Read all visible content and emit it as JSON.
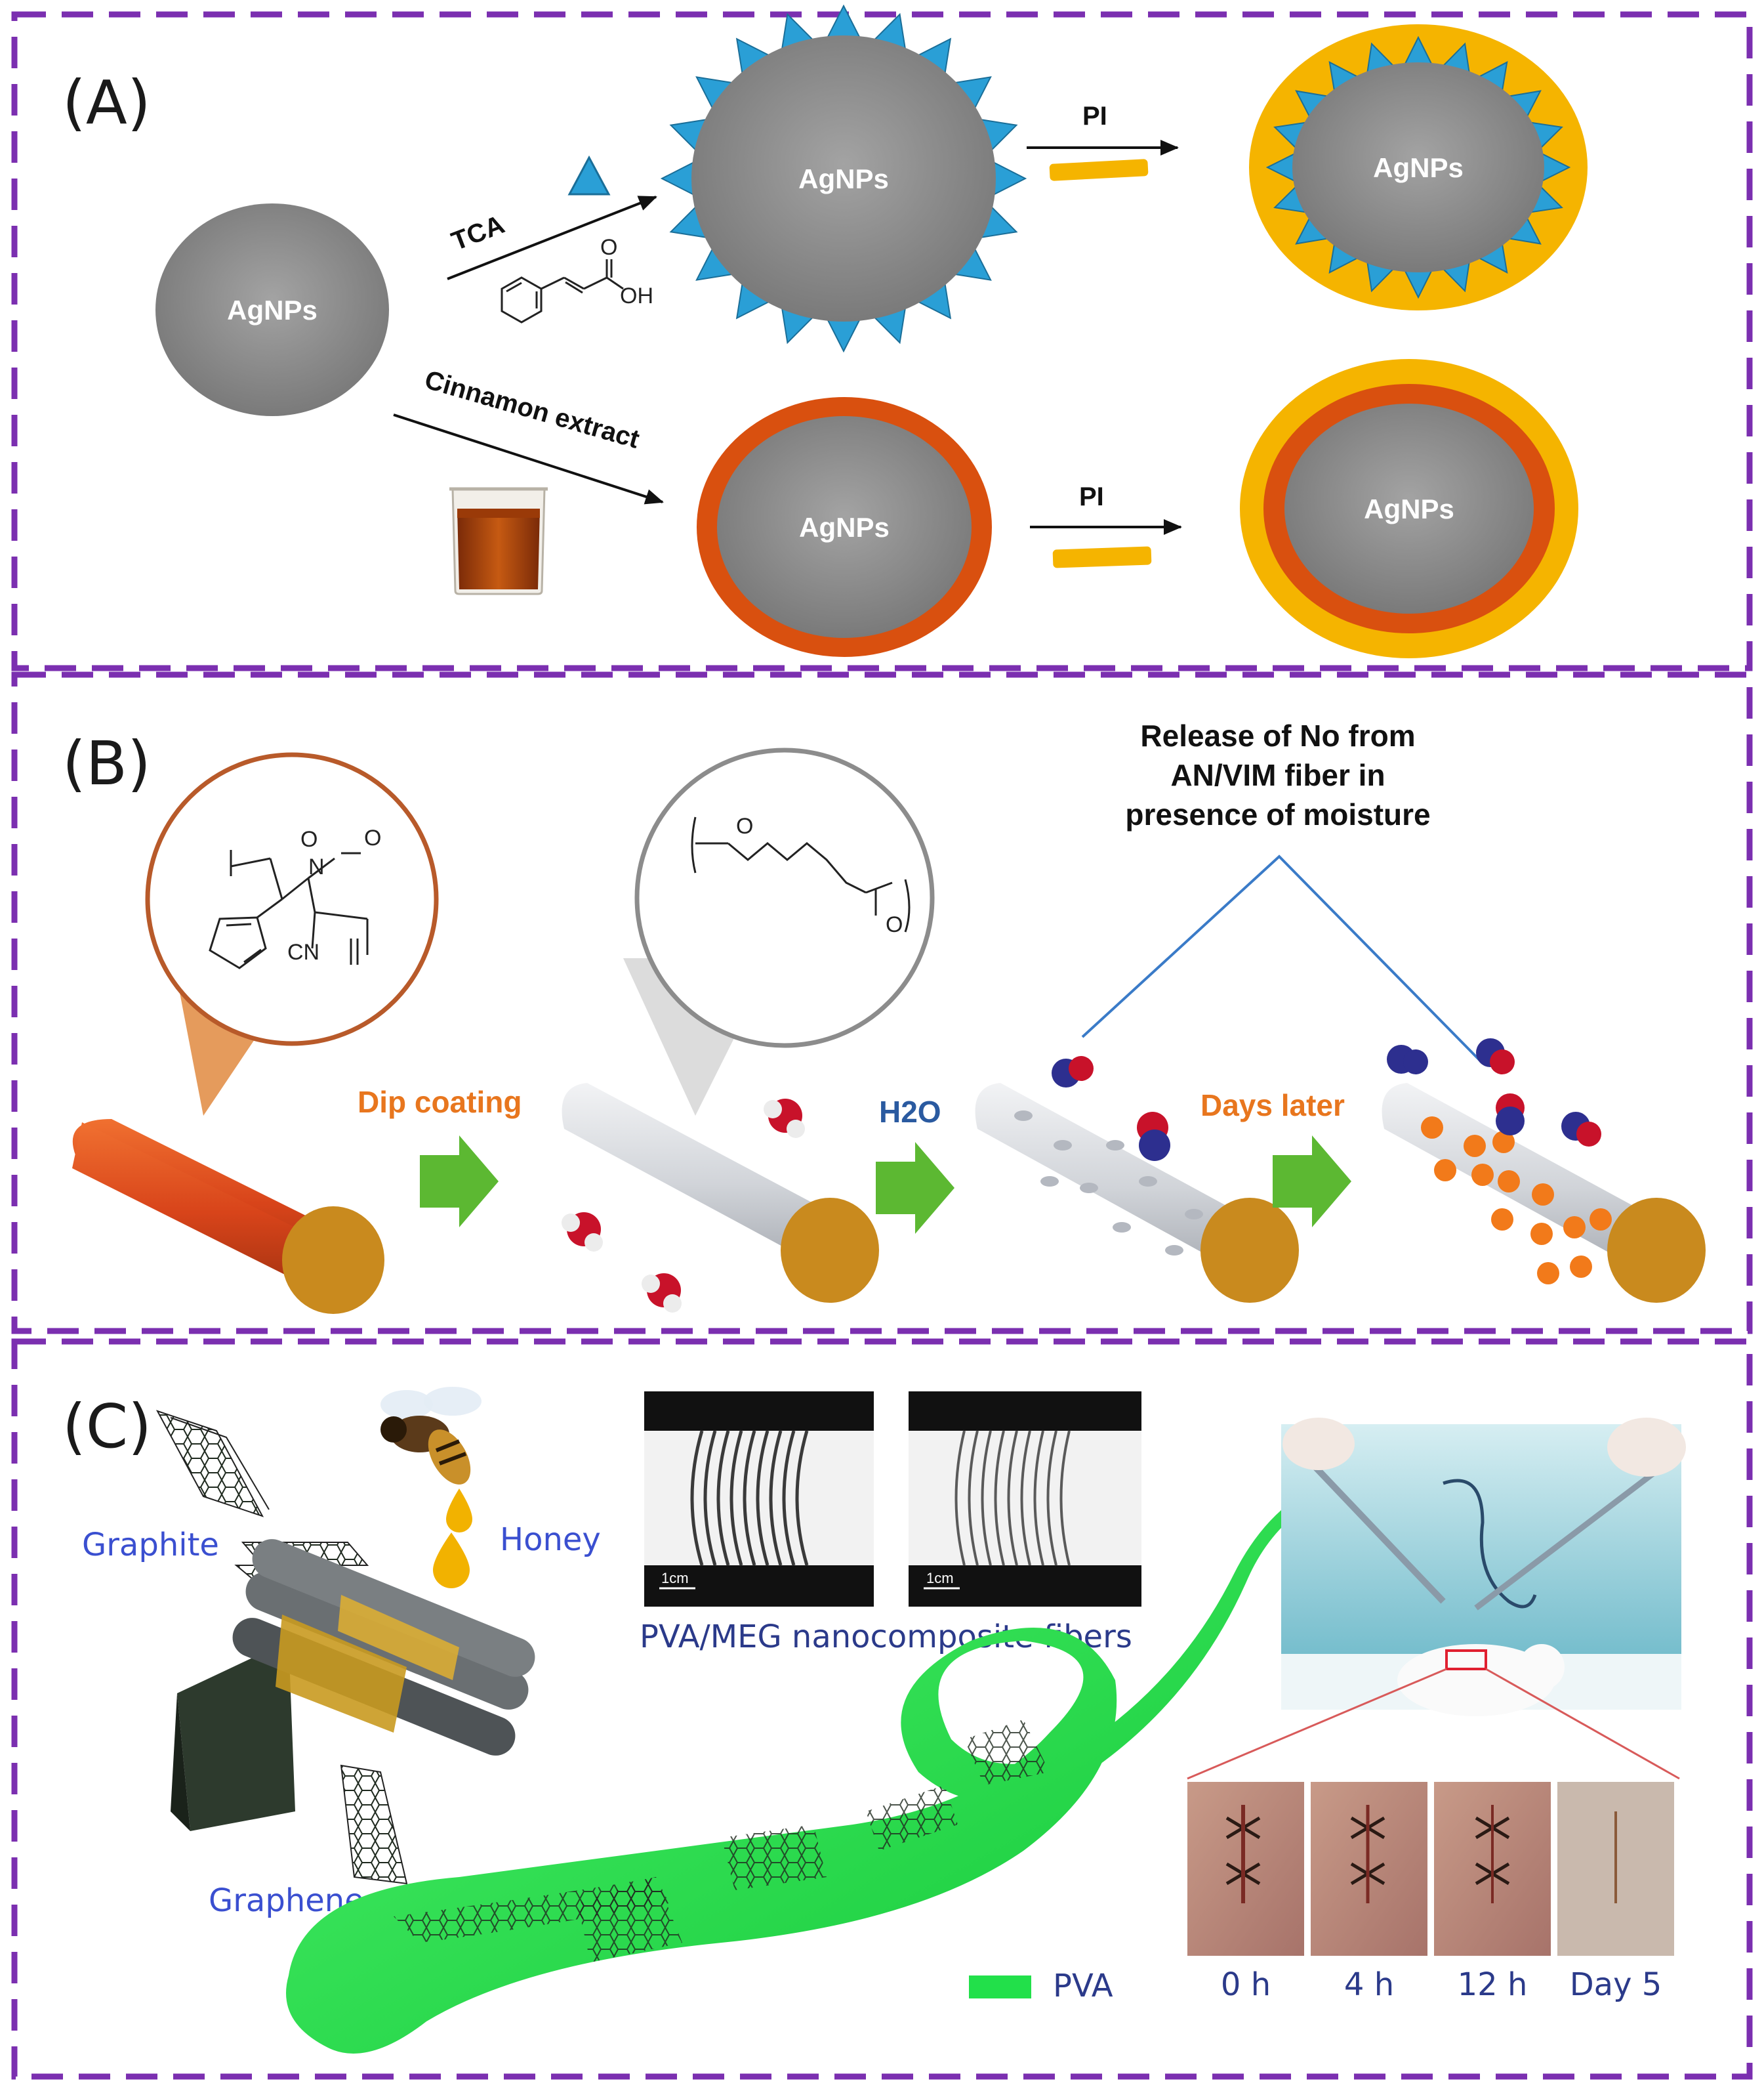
{
  "panels": {
    "a": {
      "label": "(A)",
      "np_label": "AgNPs",
      "tca_label": "TCA",
      "cinnamon_label": "Cinnamon extract",
      "pi_label": "PI",
      "oh_label": "OH",
      "o_label": "O"
    },
    "b": {
      "label": "(B)",
      "release_line1": "Release of No from",
      "release_line2": "AN/VIM fiber in",
      "release_line3": "presence of moisture",
      "dip_coating": "Dip coating",
      "h2o": "H2O",
      "days_later": "Days later",
      "o_label": "O",
      "n_label": "N",
      "cn_label": "CN"
    },
    "c": {
      "label": "(C)",
      "graphite": "Graphite",
      "honey": "Honey",
      "graphene": "Graphene",
      "fibers_caption": "PVA/MEG nanocomposite fibers",
      "scale_bar": "1cm",
      "legend_pva": "PVA",
      "timepoints": [
        "0 h",
        "4 h",
        "12 h",
        "Day 5"
      ]
    }
  },
  "colors": {
    "frame": "#7b2fb0",
    "np_gray": "#8a8a8a",
    "spike_blue": "#2a9fd6",
    "shell_yellow": "#f5b400",
    "shell_orange": "#d9500f",
    "fiber_orange": "#d84a1c",
    "fiber_end": "#c98a1e",
    "fiber_gray": "#d7d9de",
    "arrow_green": "#5cb832",
    "pva_green": "#22e04a"
  }
}
